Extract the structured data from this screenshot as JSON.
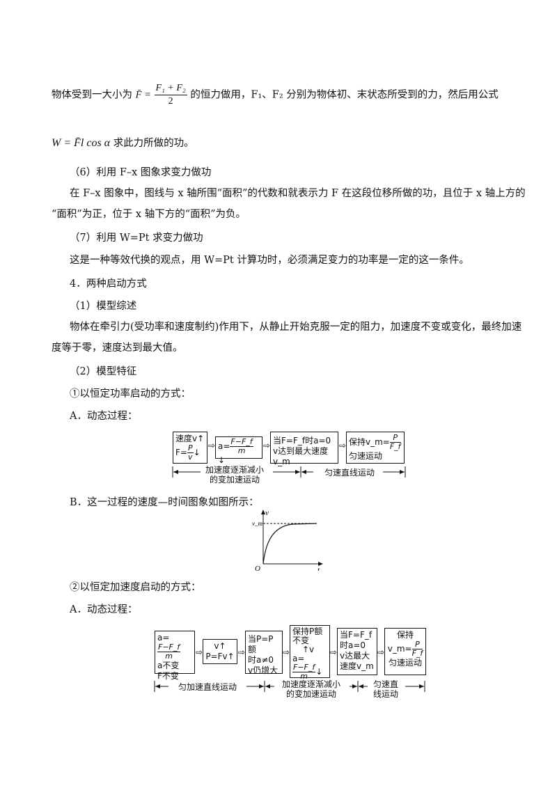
{
  "para1": {
    "pre": "物体受到一大小为",
    "lhs": "F̄ =",
    "frac_num": "F₁ + F₂",
    "frac_den": "2",
    "post": "的恒力做用，F₁、F₂ 分别为物体初、末状态所受到的力，然后用公式"
  },
  "para2": {
    "formula": "W = F̄l cos α",
    "post": "求此力所做的功。"
  },
  "sec6": {
    "heading": "（6）利用 F–x 图象求变力做功",
    "line1": "在 F–x 图象中，图线与 x 轴所围“面积”的代数和就表示力 F 在这段位移所做的功，且位于 x 轴上方的",
    "line2": "“面积”为正，位于 x 轴下方的“面积”为负。"
  },
  "sec7": {
    "heading": "（7）利用 W=Pt 求变力做功",
    "line1": "这是一种等效代换的观点，用 W=Pt 计算功时，必须满足变力的功率是一定的这一条件。"
  },
  "sec4": {
    "heading": "4．两种启动方式"
  },
  "model1": {
    "heading": "（1）模型综述",
    "line1": "物体在牵引力(受功率和速度制约)作用下，从静止开始克服一定的阻力，加速度不变或变化，最终加速",
    "line2": "度等于零，速度达到最大值。"
  },
  "model2": {
    "heading": "（2）模型特征"
  },
  "mode1": {
    "heading": "①以恒定功率启动的方式：",
    "a_label": "A．动态过程：",
    "box1": [
      "速度v↑",
      "F=",
      "P",
      "v",
      "↓"
    ],
    "box2": [
      "a=",
      "F−F_f",
      "m",
      "↓"
    ],
    "box3": [
      "当F=F_f时a=0",
      "v达到最大速度v_m"
    ],
    "box4": [
      "保持v_m=",
      "P",
      "F_f",
      "匀速运动"
    ],
    "span1": "加速度逐渐减小\n的变加速运动",
    "span2": "匀速直线运动",
    "b_label": "B．这一过程的速度—时间图象如图所示：",
    "graph": {
      "y_axis": "v",
      "x_axis": "t",
      "origin": "O",
      "vm": "v_m"
    }
  },
  "mode2": {
    "heading": "②以恒定加速度启动的方式：",
    "a_label": "A．动态过程：",
    "box1": [
      "a=",
      "F−F_f",
      "m",
      "a不变",
      "F不变"
    ],
    "box2": [
      "v↑",
      "P=Fv↑"
    ],
    "box3": [
      "当P=P额",
      "时a≠0",
      "v仍增大"
    ],
    "box4": [
      "保持P额",
      "不变",
      "↑v",
      "a=",
      "F−F_f",
      "m",
      "↓"
    ],
    "box5": [
      "当F=F_f",
      "时a=0",
      "v达最大",
      "速度v_m"
    ],
    "box6": [
      "保持",
      "v_m=",
      "P",
      "F_f",
      "匀速运动"
    ],
    "span1": "匀加速直线运动",
    "span2": "加速度逐渐减小\n的变加速运动",
    "span3": "匀速直\n线运动"
  }
}
